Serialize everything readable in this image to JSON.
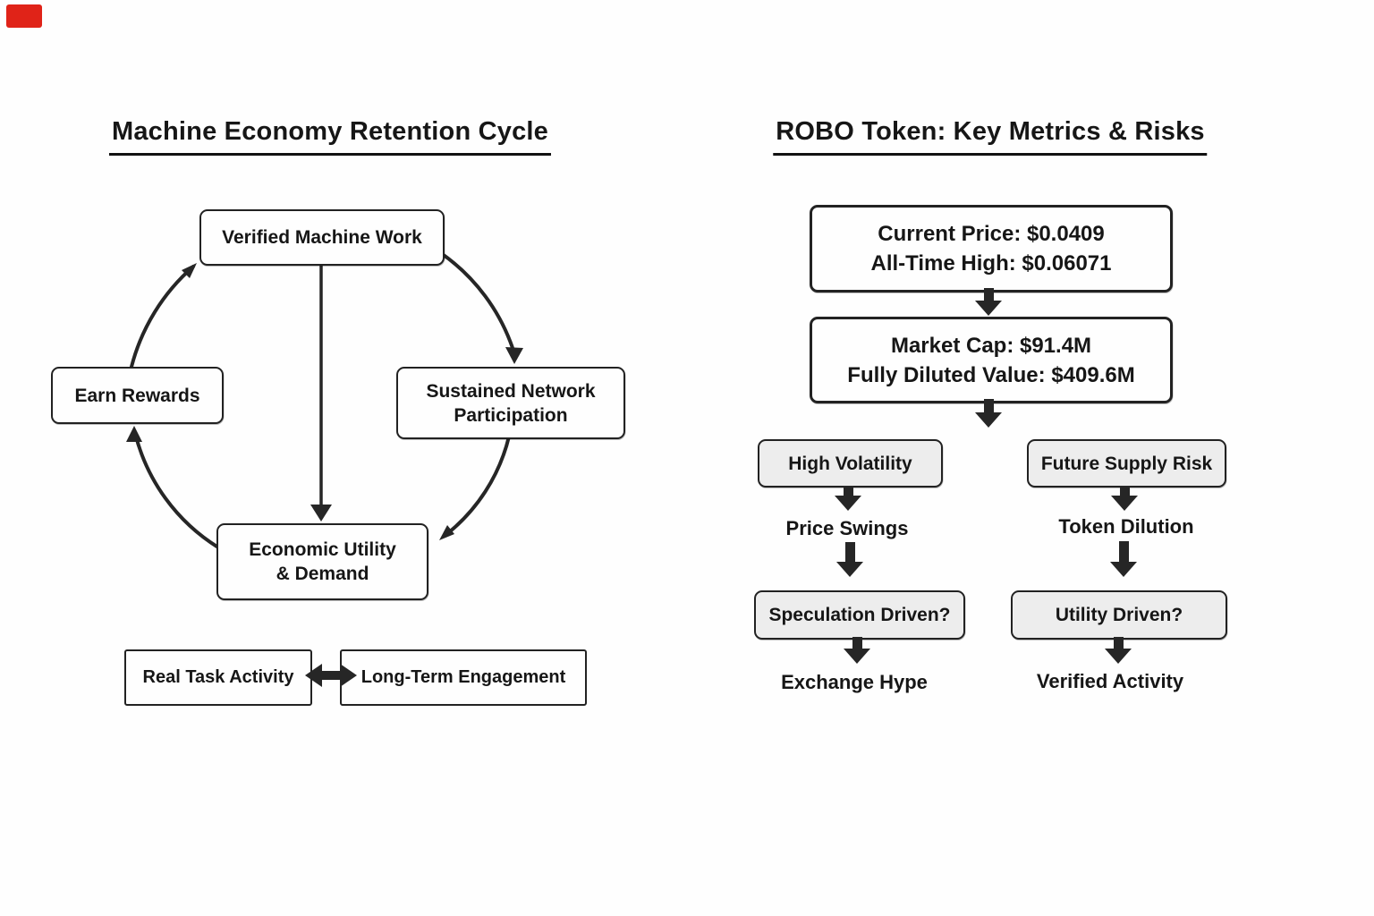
{
  "page": {
    "background_color": "#fefefe",
    "ink_color": "#1a1a1a",
    "arrow_color": "#262626",
    "gray_box_fill": "#ededed",
    "red_marker_color": "#e02318"
  },
  "left": {
    "title": "Machine Economy Retention Cycle",
    "nodes": {
      "vmw": {
        "label": "Verified Machine Work"
      },
      "earn": {
        "label": "Earn Rewards"
      },
      "snp": {
        "line1": "Sustained Network",
        "line2": "Participation"
      },
      "eud": {
        "line1": "Economic Utility",
        "line2": "& Demand"
      }
    },
    "bottom": {
      "left_box": "Real Task Activity",
      "right_box": "Long-Term Engagement"
    }
  },
  "right": {
    "title": "ROBO Token: Key Metrics & Risks",
    "metrics": {
      "price_box": {
        "line1": "Current Price: $0.0409",
        "line2": "All-Time High: $0.06071"
      },
      "cap_box": {
        "line1": "Market Cap: $91.4M",
        "line2": "Fully Diluted Value: $409.6M"
      }
    },
    "values": {
      "current_price": "$0.0409",
      "all_time_high": "$0.06071",
      "market_cap": "$91.4M",
      "fully_diluted_value": "$409.6M"
    },
    "branch_left": {
      "box1": "High Volatility",
      "label1": "Price Swings",
      "box2": "Speculation Driven?",
      "label2": "Exchange Hype"
    },
    "branch_right": {
      "box1": "Future Supply Risk",
      "label1": "Token Dilution",
      "box2": "Utility Driven?",
      "label2": "Verified Activity"
    }
  }
}
